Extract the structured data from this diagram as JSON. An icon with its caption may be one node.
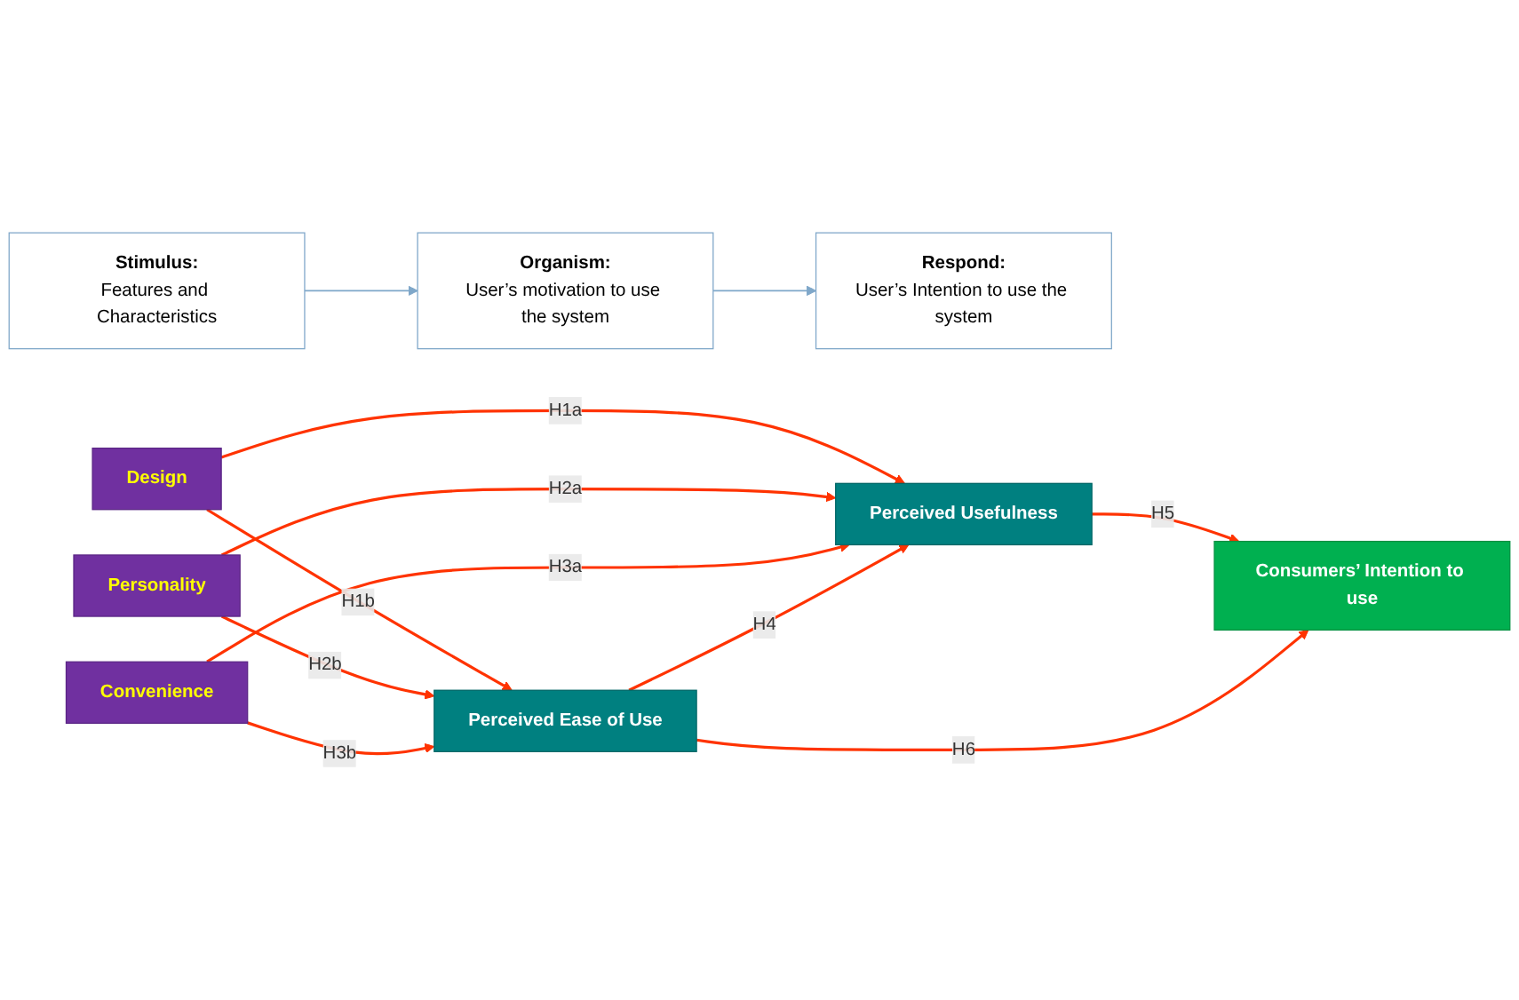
{
  "diagram": {
    "nodes": [
      {
        "text": [
          "Stimulus:",
          "Features and Characteristics"
        ]
      },
      {
        "text": [
          "Organism:",
          "User’s motivation to use the system"
        ]
      },
      {
        "text": [
          "Respond:",
          "User’s Intention to use the system"
        ]
      },
      {
        "text": [
          "Design"
        ]
      },
      {
        "text": [
          "Perceived Usefulness"
        ]
      },
      {
        "text": [
          "Personality"
        ]
      },
      {
        "text": [
          "Perceived Ease of Use"
        ]
      },
      {
        "text": [
          "Consumers’ Intention to use"
        ]
      },
      {
        "text": [
          "Convenience"
        ]
      }
    ],
    "edges": [
      {
        "from": 0,
        "to": 1,
        "arrow": "to",
        "color": "#7fa7c9"
      },
      {
        "from": 1,
        "to": 2,
        "arrow": "to",
        "color": "#7fa7c9"
      },
      {
        "from": 3,
        "to": 4,
        "arrow": "to",
        "label": "H1a"
      },
      {
        "from": 3,
        "to": 6,
        "arrow": "to",
        "label": "H1b"
      },
      {
        "from": 5,
        "to": 4,
        "arrow": "to",
        "label": "H2a"
      },
      {
        "from": 5,
        "to": 6,
        "arrow": "to",
        "label": "H2b"
      },
      {
        "from": 8,
        "to": 4,
        "arrow": "to",
        "label": "H3a"
      },
      {
        "from": 8,
        "to": 6,
        "arrow": "to",
        "label": "H3b"
      },
      {
        "from": 6,
        "to": 4,
        "arrow": "to",
        "label": "H4"
      },
      {
        "from": 4,
        "to": 7,
        "arrow": "to",
        "label": "H5"
      },
      {
        "from": 6,
        "to": 7,
        "arrow": "to",
        "label": "H6"
      }
    ]
  }
}
